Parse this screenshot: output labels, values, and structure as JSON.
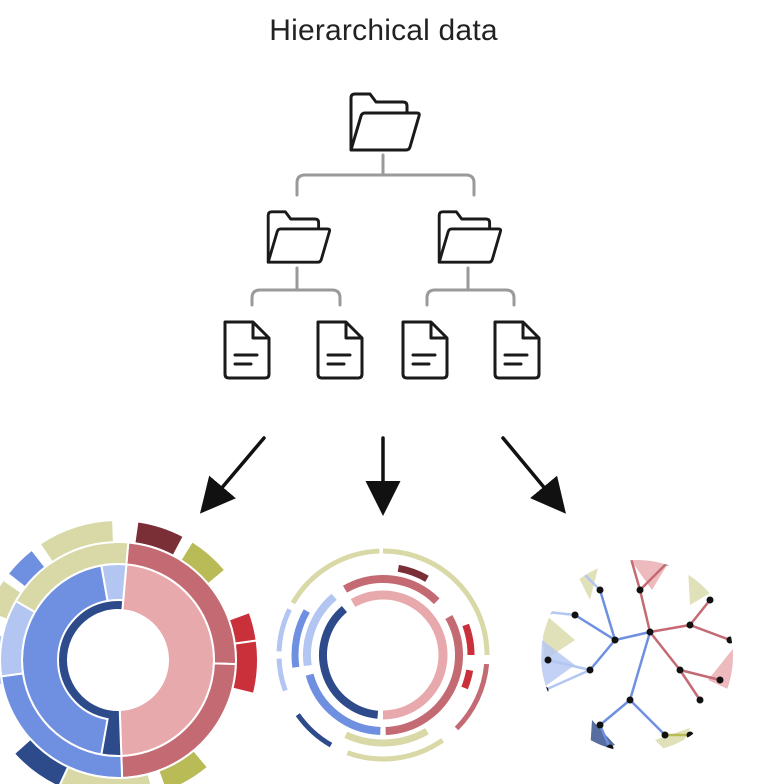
{
  "title": "Hierarchical data",
  "colors": {
    "connector": "#9a9a9a",
    "icon_stroke": "#1a1a1a",
    "arrow": "#111111",
    "red_dark": "#7a2e36",
    "red_mid": "#c46a73",
    "red_light": "#e8a9ad",
    "red_accent": "#c9303a",
    "blue_dark": "#2d4a8a",
    "blue_mid": "#6f8fe0",
    "blue_light": "#b3c6f2",
    "olive": "#b8bb56",
    "olive_light": "#d8d9a6"
  },
  "tree": {
    "root_icon": "folder-open-icon",
    "children": [
      {
        "icon": "folder-open-icon",
        "leaves": [
          "document-icon",
          "document-icon"
        ]
      },
      {
        "icon": "folder-open-icon",
        "leaves": [
          "document-icon",
          "document-icon"
        ]
      }
    ]
  },
  "visualizations": [
    "sunburst-chart",
    "concentric-arc-diagram",
    "radial-node-link-tree"
  ]
}
